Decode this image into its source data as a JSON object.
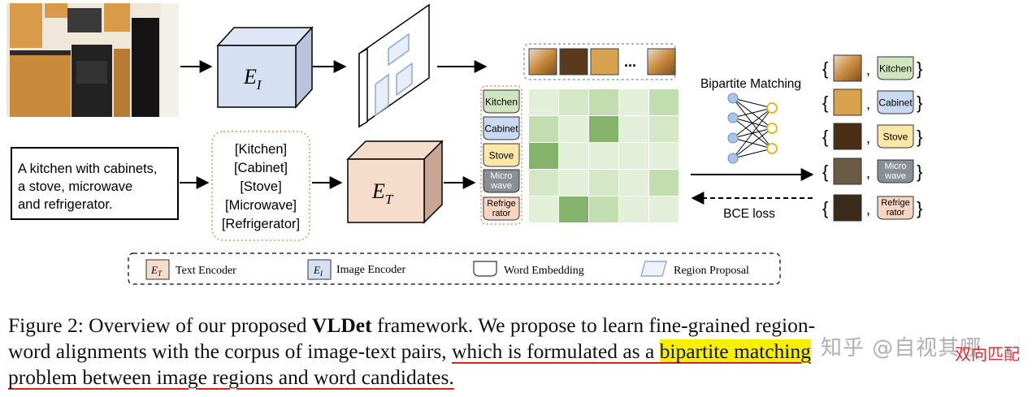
{
  "figure": {
    "encoders": {
      "image": "E",
      "image_sub": "I",
      "text": "E",
      "text_sub": "T"
    },
    "caption_input": [
      "A kitchen with cabinets,",
      "a stove, microwave",
      "and refrigerator."
    ],
    "word_list": [
      "[Kitchen]",
      "[Cabinet]",
      "[Stove]",
      "[Microwave]",
      "[Refrigerator]"
    ],
    "ellipsis": "...",
    "tags": [
      {
        "lines": [
          "Kitchen"
        ],
        "color": "#cfe5c0"
      },
      {
        "lines": [
          "Cabinet"
        ],
        "color": "#c9daf0"
      },
      {
        "lines": [
          "Stove"
        ],
        "color": "#fbe7a6"
      },
      {
        "lines": [
          "Micro",
          "wave"
        ],
        "color": "#8a8e96"
      },
      {
        "lines": [
          "Refrige",
          "rator"
        ],
        "color": "#f6d6c3"
      }
    ],
    "matching_label": "Bipartite Matching",
    "loss_label": "BCE loss",
    "brace_open": "{",
    "brace_close": "}",
    "comma": ",",
    "legend": {
      "text_encoder": "Text Encoder",
      "image_encoder": "Image Encoder",
      "word_embedding": "Word Embedding",
      "region_proposal": "Region Proposal"
    }
  },
  "caption": {
    "line1_a": "Figure 2: Overview of our proposed ",
    "line1_bold": "VLDet",
    "line1_b": " framework.  We propose to learn fine-grained region-",
    "line2_a": "word alignments with the corpus of image-text pairs, ",
    "line2_ul": "which is formulated as a ",
    "line2_hl": "bipartite matching",
    "line3_ul": "problem between image regions and word candidates."
  },
  "watermark": {
    "text": "知乎 @自视其哪",
    "overlay": "双向匹配"
  }
}
